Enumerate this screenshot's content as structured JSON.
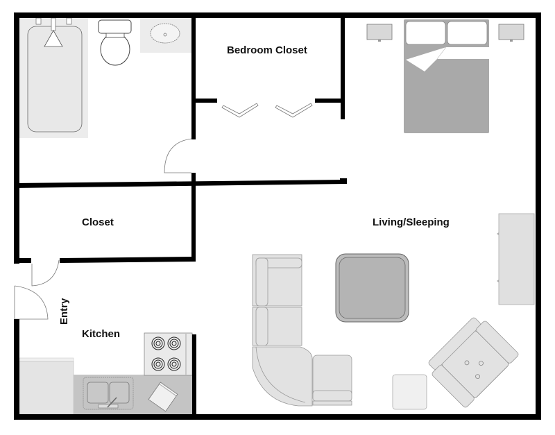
{
  "floor_plan": {
    "rooms": {
      "bedroom_closet": "Bedroom Closet",
      "closet": "Closet",
      "living_sleeping": "Living/Sleeping",
      "entry": "Entry",
      "kitchen": "Kitchen"
    },
    "fixtures": {
      "bathroom": [
        "bathtub-icon",
        "toilet-icon",
        "sink-icon"
      ],
      "bedroom": [
        "bed-icon",
        "nightstand-icon",
        "nightstand-icon"
      ],
      "living": [
        "sectional-sofa-icon",
        "coffee-table-icon",
        "dresser-icon",
        "armchair-icon",
        "side-table-icon"
      ],
      "kitchen": [
        "refrigerator-icon",
        "stove-icon",
        "double-sink-icon",
        "dishwasher-icon"
      ]
    },
    "colors": {
      "wall": "#000000",
      "fixture_light": "#e6e6e6",
      "fixture_mid": "#b8b8b8",
      "bed": "#a9a9a9",
      "counter": "#c4c4c4"
    }
  }
}
